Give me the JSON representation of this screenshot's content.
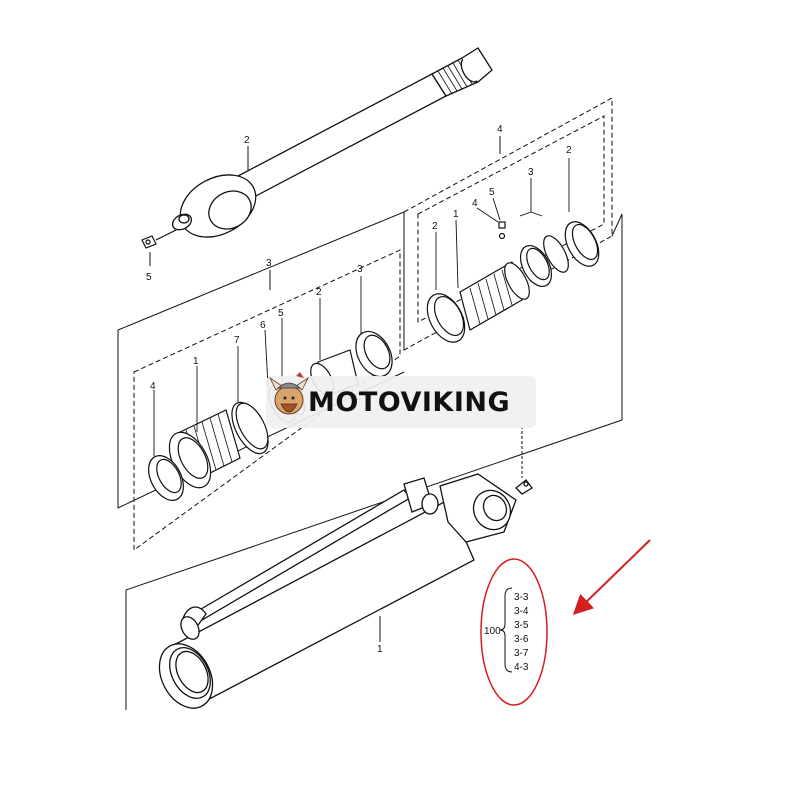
{
  "diagram": {
    "brand": "MOTOVIKING",
    "callouts": {
      "rod": "2",
      "rod_grease_fitting": "5",
      "piston_group": "4",
      "piston_group_seal_left": "2",
      "piston_group_piston": "1",
      "piston_group_fitting_b": "4",
      "piston_group_fitting_a": "5",
      "piston_group_ring": "3",
      "piston_group_seal_right": "2",
      "head_group": "3",
      "head_group_seal_3": "3",
      "head_group_seal_2": "2",
      "head_group_item_5": "5",
      "head_group_item_6": "6",
      "head_group_item_7": "7",
      "head_group_item_1": "1",
      "head_group_item_4": "4",
      "tube": "1"
    },
    "kit": {
      "label": "100",
      "items": [
        "3-3",
        "3-4",
        "3-5",
        "3-6",
        "3-7",
        "4-3"
      ]
    },
    "colors": {
      "line": "#111111",
      "highlight": "#d32020",
      "brand_accent": "#c0392b"
    },
    "icons": [
      "viking-logo-icon",
      "arrow-icon"
    ]
  }
}
